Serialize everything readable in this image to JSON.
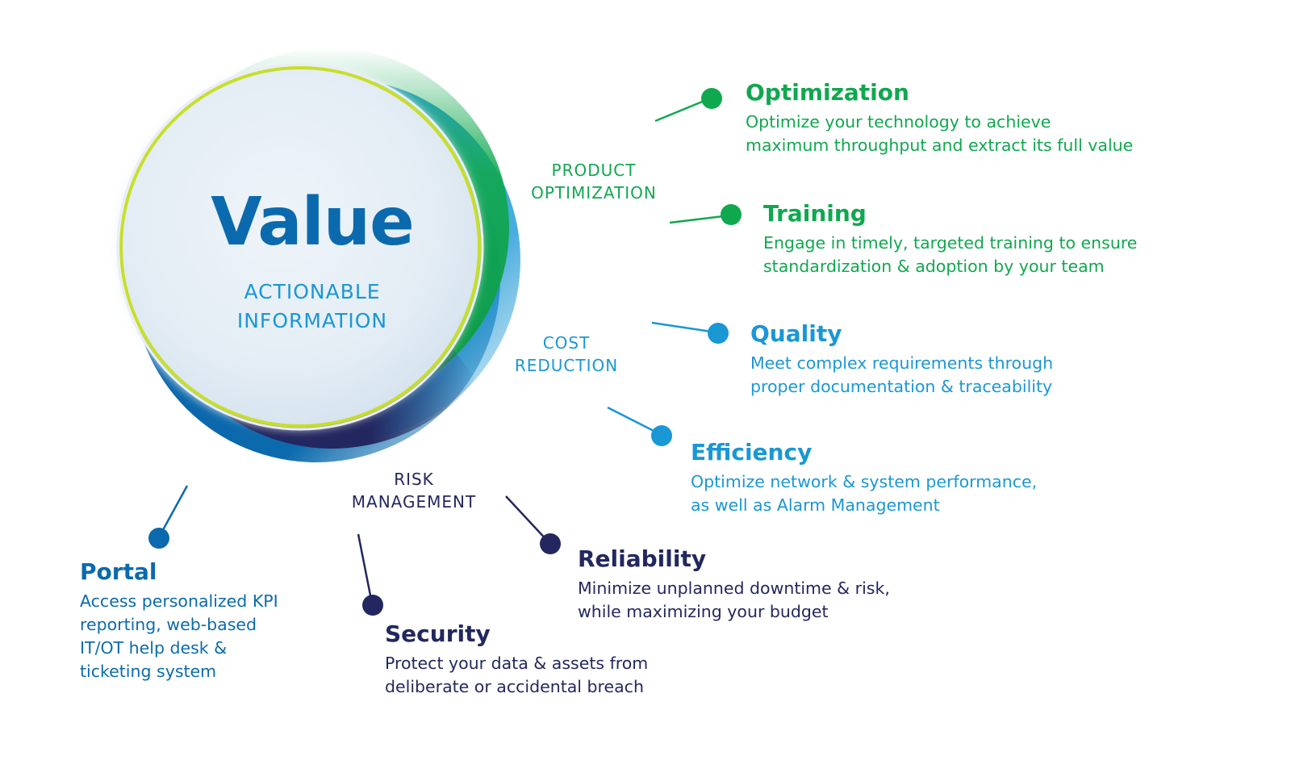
{
  "hub": {
    "title": "Value",
    "subtitle_line1": "ACTIONABLE",
    "subtitle_line2": "INFORMATION"
  },
  "categories": {
    "product_optimization": {
      "line1": "PRODUCT",
      "line2": "OPTIMIZATION"
    },
    "cost_reduction": {
      "line1": "COST",
      "line2": "REDUCTION"
    },
    "risk_management": {
      "line1": "RISK",
      "line2": "MANAGEMENT"
    }
  },
  "items": {
    "optimization": {
      "title": "Optimization",
      "desc_line1": "Optimize your technology to achieve",
      "desc_line2": "maximum throughput and extract its full value"
    },
    "training": {
      "title": "Training",
      "desc_line1": "Engage in timely, targeted training to ensure",
      "desc_line2": "standardization & adoption by your team"
    },
    "quality": {
      "title": "Quality",
      "desc_line1": "Meet complex requirements through",
      "desc_line2": "proper documentation & traceability"
    },
    "efficiency": {
      "title": "Efficiency",
      "desc_line1": "Optimize network & system performance,",
      "desc_line2": "as well as Alarm Management"
    },
    "reliability": {
      "title": "Reliability",
      "desc_line1": "Minimize unplanned downtime & risk,",
      "desc_line2": "while maximizing your budget"
    },
    "security": {
      "title": "Security",
      "desc_line1": "Protect your data & assets from",
      "desc_line2": "deliberate or accidental breach"
    },
    "portal": {
      "title": "Portal",
      "desc_line1": "Access personalized KPI",
      "desc_line2": "reporting, web-based",
      "desc_line3": "IT/OT help desk &",
      "desc_line4": "ticketing system"
    }
  },
  "colors": {
    "green": "#10a84f",
    "light_blue": "#1a97d5",
    "mid_blue": "#0b6aad",
    "navy": "#23275f",
    "lime_ring": "#c8de2a"
  }
}
